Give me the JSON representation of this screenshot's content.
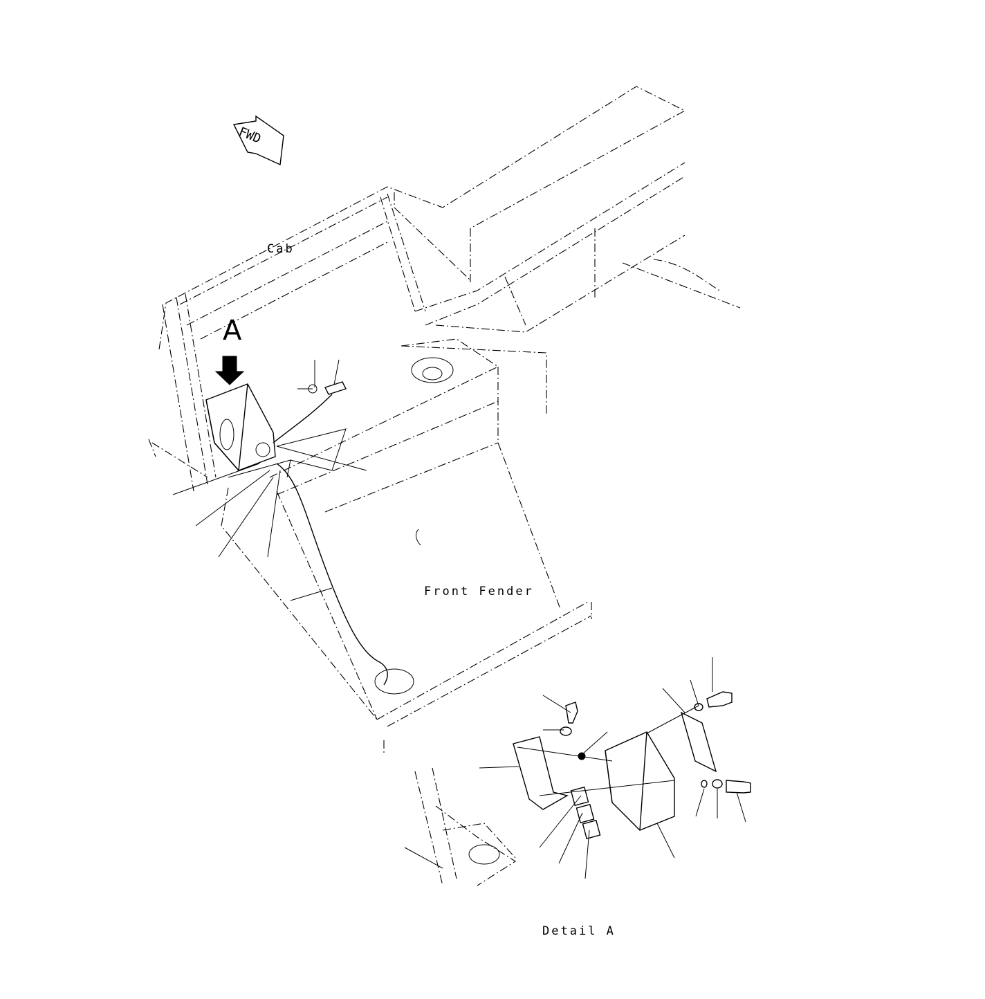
{
  "labels": {
    "fwd": "FWD",
    "cab": "Cab",
    "view_marker": "A",
    "front_fender": "Front Fender",
    "detail": "Detail A"
  },
  "colors": {
    "line": "#000000",
    "background": "#ffffff"
  }
}
